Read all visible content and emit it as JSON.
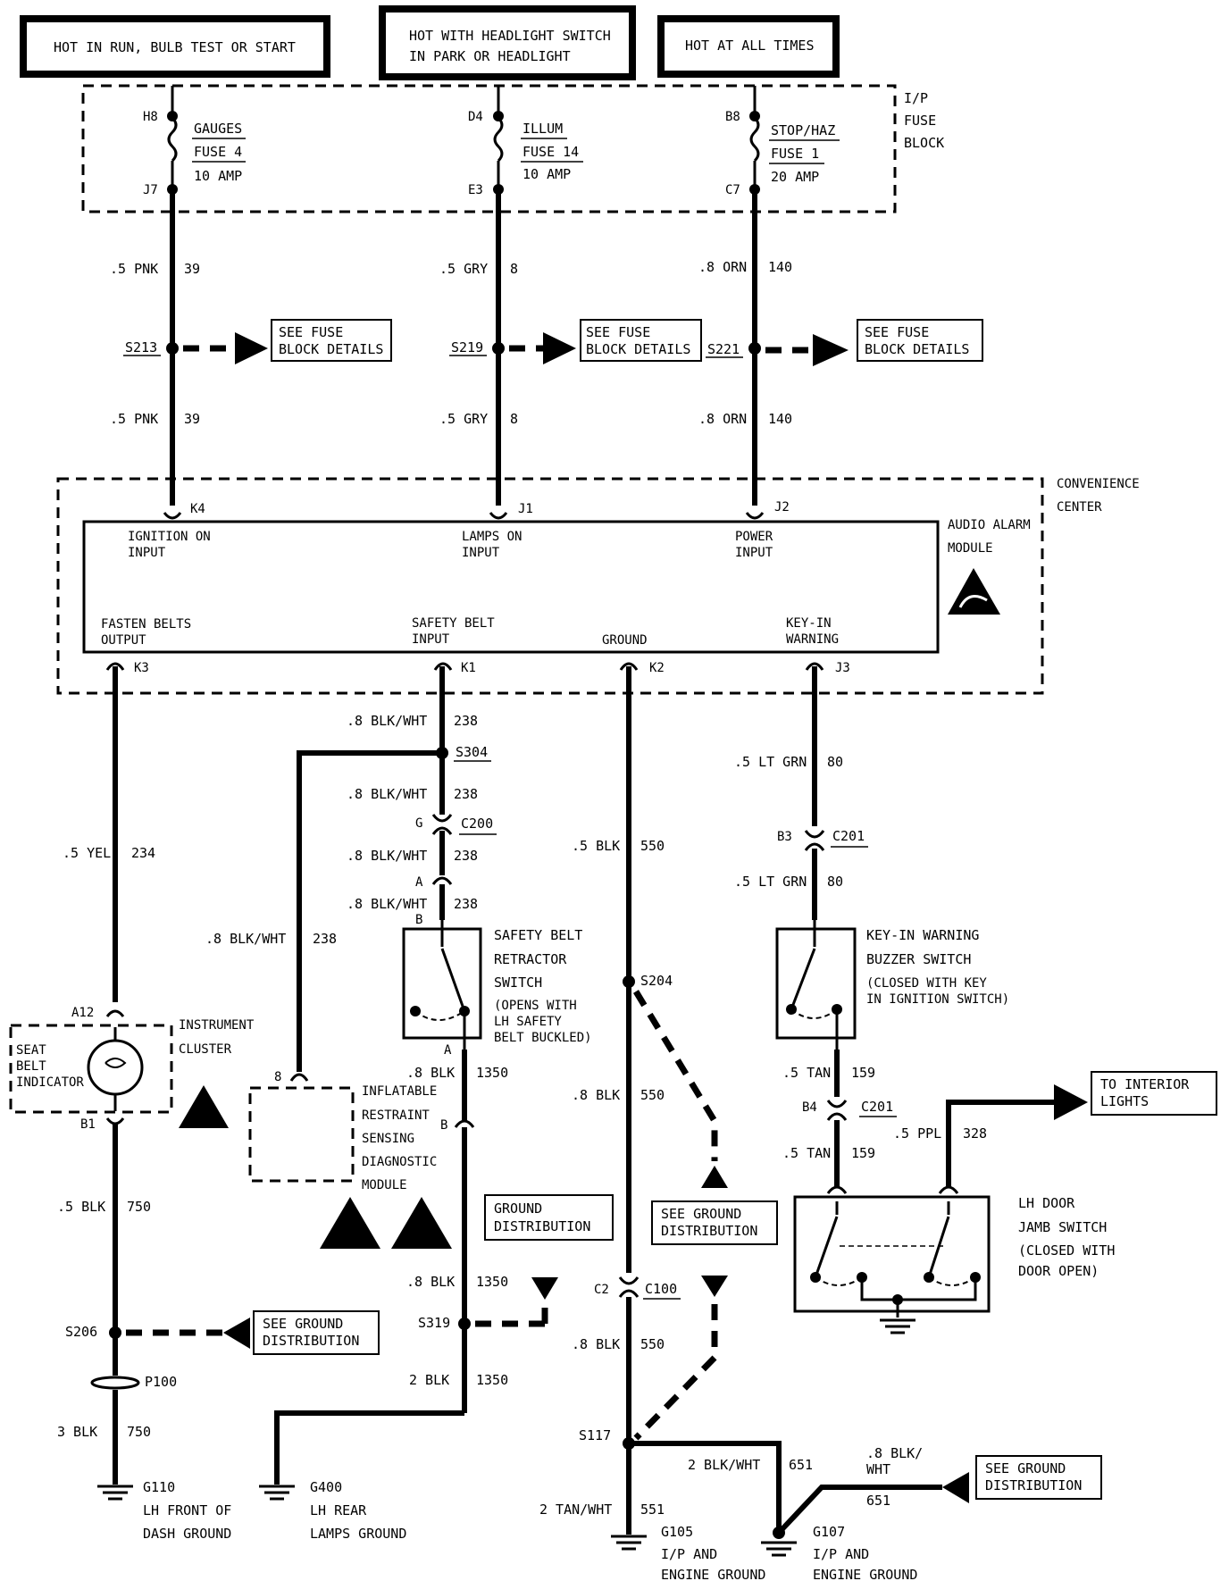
{
  "power_headers": [
    "HOT IN RUN, BULB TEST OR START",
    "HOT WITH HEADLIGHT SWITCH",
    "IN PARK OR HEADLIGHT",
    "HOT AT ALL TIMES"
  ],
  "fuse_block": {
    "label": [
      "I/P",
      "FUSE",
      "BLOCK"
    ],
    "fuses": [
      {
        "in": "H8",
        "out": "J7",
        "name": "GAUGES",
        "fuse": "FUSE 4",
        "amp": "10 AMP"
      },
      {
        "in": "D4",
        "out": "E3",
        "name": "ILLUM",
        "fuse": "FUSE 14",
        "amp": "10 AMP"
      },
      {
        "in": "B8",
        "out": "C7",
        "name": "STOP/HAZ",
        "fuse": "FUSE 1",
        "amp": "20 AMP"
      }
    ]
  },
  "wires_top": [
    {
      "gauge": ".5 PNK",
      "circuit": "39",
      "splice": "S213",
      "gauge2": ".5 PNK",
      "circuit2": "39"
    },
    {
      "gauge": ".5 GRY",
      "circuit": "8",
      "splice": "S219",
      "gauge2": ".5 GRY",
      "circuit2": "8"
    },
    {
      "gauge": ".8 ORN",
      "circuit": "140",
      "splice": "S221",
      "gauge2": ".8 ORN",
      "circuit2": "140"
    }
  ],
  "see_fuse": [
    "SEE FUSE",
    "BLOCK DETAILS"
  ],
  "convenience_center": [
    "CONVENIENCE",
    "CENTER"
  ],
  "module": {
    "name": [
      "AUDIO ALARM",
      "MODULE"
    ],
    "inputs": [
      {
        "pin": "K4",
        "l1": "IGNITION ON",
        "l2": "INPUT"
      },
      {
        "pin": "J1",
        "l1": "LAMPS ON",
        "l2": "INPUT"
      },
      {
        "pin": "J2",
        "l1": "POWER",
        "l2": "INPUT"
      }
    ],
    "outputs": [
      {
        "pin": "K3",
        "l1": "FASTEN BELTS",
        "l2": "OUTPUT"
      },
      {
        "pin": "K1",
        "l1": "SAFETY BELT",
        "l2": "INPUT"
      },
      {
        "pin": "K2",
        "l1": "",
        "l2": "GROUND"
      },
      {
        "pin": "J3",
        "l1": "KEY-IN",
        "l2": "WARNING"
      }
    ]
  },
  "labels": {
    "yel": ".5 YEL",
    "c234": "234",
    "a12": "A12",
    "b1": "B1",
    "cluster": [
      "INSTRUMENT",
      "CLUSTER"
    ],
    "seat_belt": [
      "SEAT",
      "BELT",
      "INDICATOR"
    ],
    "blk5": ".5 BLK",
    "c750": "750",
    "s206": "S206",
    "p100": "P100",
    "blk3": "3 BLK",
    "g110": "G110",
    "g110_desc": [
      "LH FRONT OF",
      "DASH GROUND"
    ],
    "see_ground": [
      "SEE GROUND",
      "DISTRIBUTION"
    ],
    "ground_dist": [
      "GROUND",
      "DISTRIBUTION"
    ],
    "bw8": ".8 BLK/WHT",
    "c238": "238",
    "s304": "S304",
    "pin_g": "G",
    "c200": "C200",
    "pin_a": "A",
    "pin_b": "B",
    "pin_8": "8",
    "retractor": [
      "SAFETY BELT",
      "RETRACTOR",
      "SWITCH",
      "(OPENS WITH",
      "LH SAFETY",
      "BELT BUCKLED)"
    ],
    "irsdm": [
      "INFLATABLE",
      "RESTRAINT",
      "SENSING",
      "DIAGNOSTIC",
      "MODULE"
    ],
    "blk8": ".8 BLK",
    "c1350": "1350",
    "s319": "S319",
    "blk2": "2 BLK",
    "g400": "G400",
    "g400_desc": [
      "LH REAR",
      "LAMPS GROUND"
    ],
    "c550": "550",
    "s204": "S204",
    "c2": "C2",
    "c100": "C100",
    "s117": "S117",
    "bw2": "2 BLK/WHT",
    "c651": "651",
    "tw2": "2 TAN/WHT",
    "c551": "551",
    "g105": "G105",
    "g105_desc": [
      "I/P AND",
      "ENGINE GROUND"
    ],
    "g107": "G107",
    "g107_desc": [
      "I/P AND",
      "ENGINE GROUND"
    ],
    "bw8b": ".8 BLK/",
    "wht": "WHT",
    "ltgrn": ".5 LT GRN",
    "c80": "80",
    "b3": "B3",
    "c201": "C201",
    "b4": "B4",
    "keyin_sw": [
      "KEY-IN WARNING",
      "BUZZER SWITCH",
      "(CLOSED WITH KEY",
      "IN IGNITION SWITCH)"
    ],
    "tan5": ".5 TAN",
    "c159": "159",
    "ppl": ".5 PPL",
    "c328": "328",
    "interior": [
      "TO INTERIOR",
      "LIGHTS"
    ],
    "door_sw": [
      "LH DOOR",
      "JAMB SWITCH",
      "(CLOSED WITH",
      "DOOR OPEN)"
    ]
  }
}
